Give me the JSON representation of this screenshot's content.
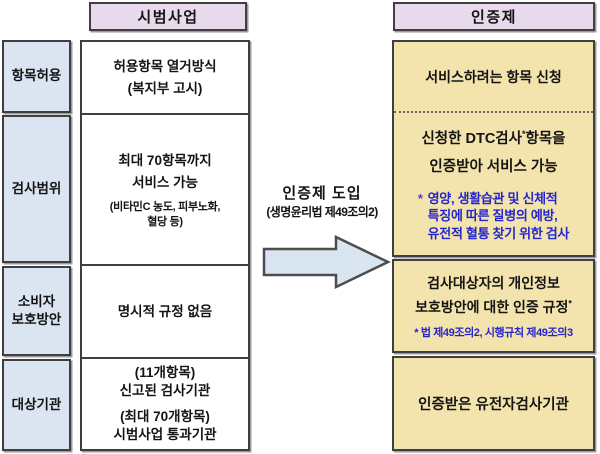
{
  "colors": {
    "header_bg": "#e8daec",
    "label_bg": "#dbe5f1",
    "cert_bg": "#f3e3ac",
    "arrow_fill": "#d9e5f1",
    "border": "#3f3f3f",
    "note_blue": "#2525cd",
    "asterisk_violet": "#6633cc"
  },
  "headers": {
    "pilot": "시범사업",
    "cert": "인증제"
  },
  "row_labels": [
    {
      "label": "항목허용"
    },
    {
      "label": "검사범위"
    },
    {
      "label": "소비자\n보호방안"
    },
    {
      "label": "대상기관"
    }
  ],
  "pilot": {
    "row1": "허용항목 열거방식\n(복지부 고시)",
    "row2_main": "최대 70항목까지\n서비스 가능",
    "row2_note": "(비타민C 농도, 피부노화,\n혈당 등)",
    "row3": "명시적 규정 없음",
    "row4_top": "(11개항목)\n신고된 검사기관",
    "row4_bottom": "(최대 70개항목)\n시범사업 통과기관"
  },
  "transition": {
    "title": "인증제 도입",
    "subtitle": "(생명윤리법 제49조의2)"
  },
  "cert": {
    "row1": "서비스하려는 항목 신청",
    "row2_line1_pre": "신청한 DTC검사",
    "row2_line1_sup": "*",
    "row2_line1_post": "항목을",
    "row2_line2": "인증받아 서비스 가능",
    "row2_note_star": "*",
    "row2_note": "영양, 생활습관 및 신체적\n특징에 따른 질병의 예방,\n유전적 혈통 찾기 위한 검사",
    "row3_line1": "검사대상자의 개인정보",
    "row3_line2": "보호방안에 대한 인증 규정",
    "row3_sup": "*",
    "row3_note": "* 법 제49조의2, 시행규칙 제49조의3",
    "row4": "인증받은 유전자검사기관"
  }
}
